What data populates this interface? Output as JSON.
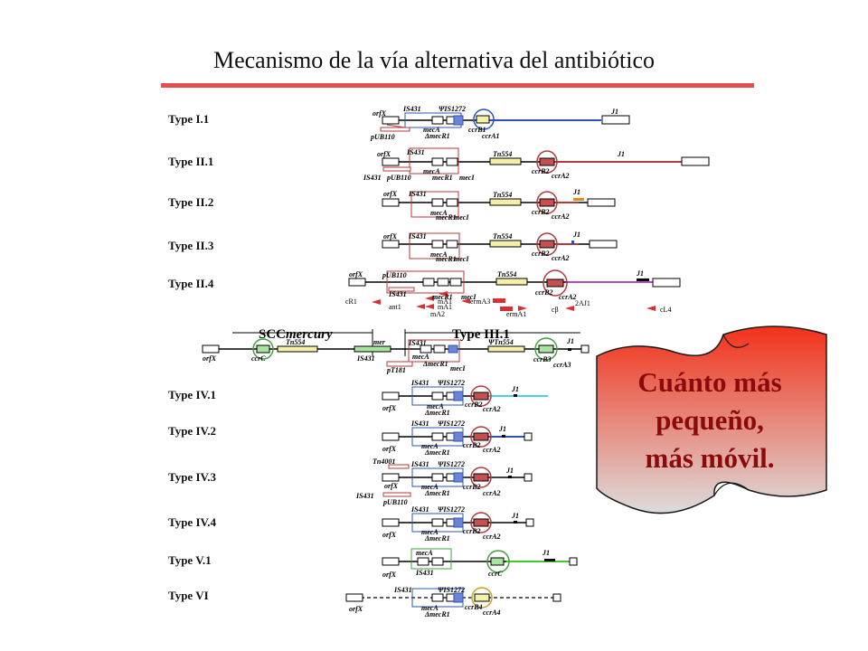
{
  "title": "Mecanismo de la vía alternativa del antibiótico",
  "callout": {
    "lines": [
      "Cuánto más",
      "pequeño,",
      "más móvil."
    ]
  },
  "types": [
    "Type I.1",
    "Type II.1",
    "Type II.2",
    "Type II.3",
    "Type II.4",
    "Type III.1",
    "Type IV.1",
    "Type IV.2",
    "Type IV.3",
    "Type IV.4",
    "Type V.1",
    "Type VI"
  ],
  "scc_mercury": {
    "prefix": "SCC",
    "suffix": "mercury"
  },
  "labels": {
    "orfx": "orfX",
    "is431": "IS431",
    "psi_is1272": "ΨIS1272",
    "meca": "mecA",
    "dmecr1": "ΔmecR1",
    "mecr1": "mecR1",
    "meci": "mecI",
    "pub110": "pUB110",
    "ccrb1": "ccrB1",
    "ccra1": "ccrA1",
    "ccrb2": "ccrB2",
    "ccra2": "ccrA2",
    "ccrb3": "ccrB3",
    "ccra3": "ccrA3",
    "ccrb4": "ccrB4",
    "ccra4": "ccrA4",
    "ccrc": "ccrC",
    "j1": "J1",
    "tn554": "Tn554",
    "psi_tn554": "ΨTn554",
    "mer": "mer",
    "pt181": "pT181",
    "tn4001": "Tn4001",
    "cr1": "cR1",
    "ant1": "ant1",
    "ma1": "mA1",
    "ma1b": "mA1",
    "ma2": "mA2",
    "ermA3": "ermA3",
    "ermA1": "ermA1",
    "cbeta": "cβ",
    "twoaj1": "2AJ1",
    "cl4": "cL4"
  },
  "colors": {
    "title_rule": "#e0504f",
    "callout_top": "#f2321a",
    "callout_bottom": "#dcdcdc",
    "callout_text": "#8b0b0b",
    "ccr1_line": "#2c54b4",
    "ccr2_line": "#b33a3a",
    "ccr2_circle": "#b33a3a",
    "type24_line": "#b54ac0",
    "ccr4_line": "#4fd0e0",
    "ccr5_line": "#43c82e",
    "green_circle": "#45a040",
    "gold_circle": "#c8a020",
    "tn554_fill": "#f4f0a8",
    "green_fill": "#a8e4a0"
  }
}
